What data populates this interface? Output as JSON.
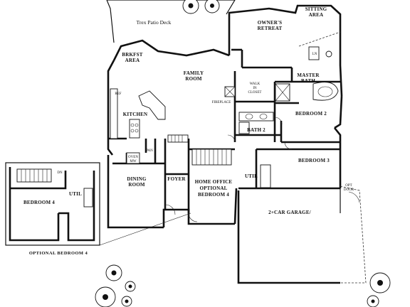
{
  "rooms": {
    "patio": "Trex Patio Deck",
    "owners_retreat": [
      "OWNER'S",
      "RETREAT"
    ],
    "sitting_area": [
      "SITTING",
      "AREA"
    ],
    "breakfast_area": [
      "BRKFST",
      "AREA"
    ],
    "family_room": [
      "FAMILY",
      "ROOM"
    ],
    "master_bath": [
      "MASTER",
      "BATH"
    ],
    "walk_in_closet": [
      "WALK",
      "IN",
      "CLOSET"
    ],
    "kitchen": "KITCHEN",
    "bedroom_2": "BEDROOM 2",
    "bath_2": "BATH 2",
    "bedroom_3": "BEDROOM 3",
    "dining_room": [
      "DINING",
      "ROOM"
    ],
    "foyer": "FOYER",
    "home_office": [
      "HOME OFFICE",
      "OPTIONAL",
      "BEDROOM 4"
    ],
    "util": "UTIL",
    "garage": "2+CAR GARAGE/",
    "inset_bedroom_4": "BEDROOM 4",
    "inset_util": "UTIL"
  },
  "small_labels": {
    "ref": "REF",
    "fireplace": "FIREPLACE",
    "pan": "PAN",
    "oven_mw": [
      "OVEN",
      "MW"
    ],
    "lin": "LN",
    "opt_door": [
      "OPT",
      "DOOR"
    ],
    "dn": "DN"
  },
  "caption": "OPTIONAL BEDROOM 4"
}
